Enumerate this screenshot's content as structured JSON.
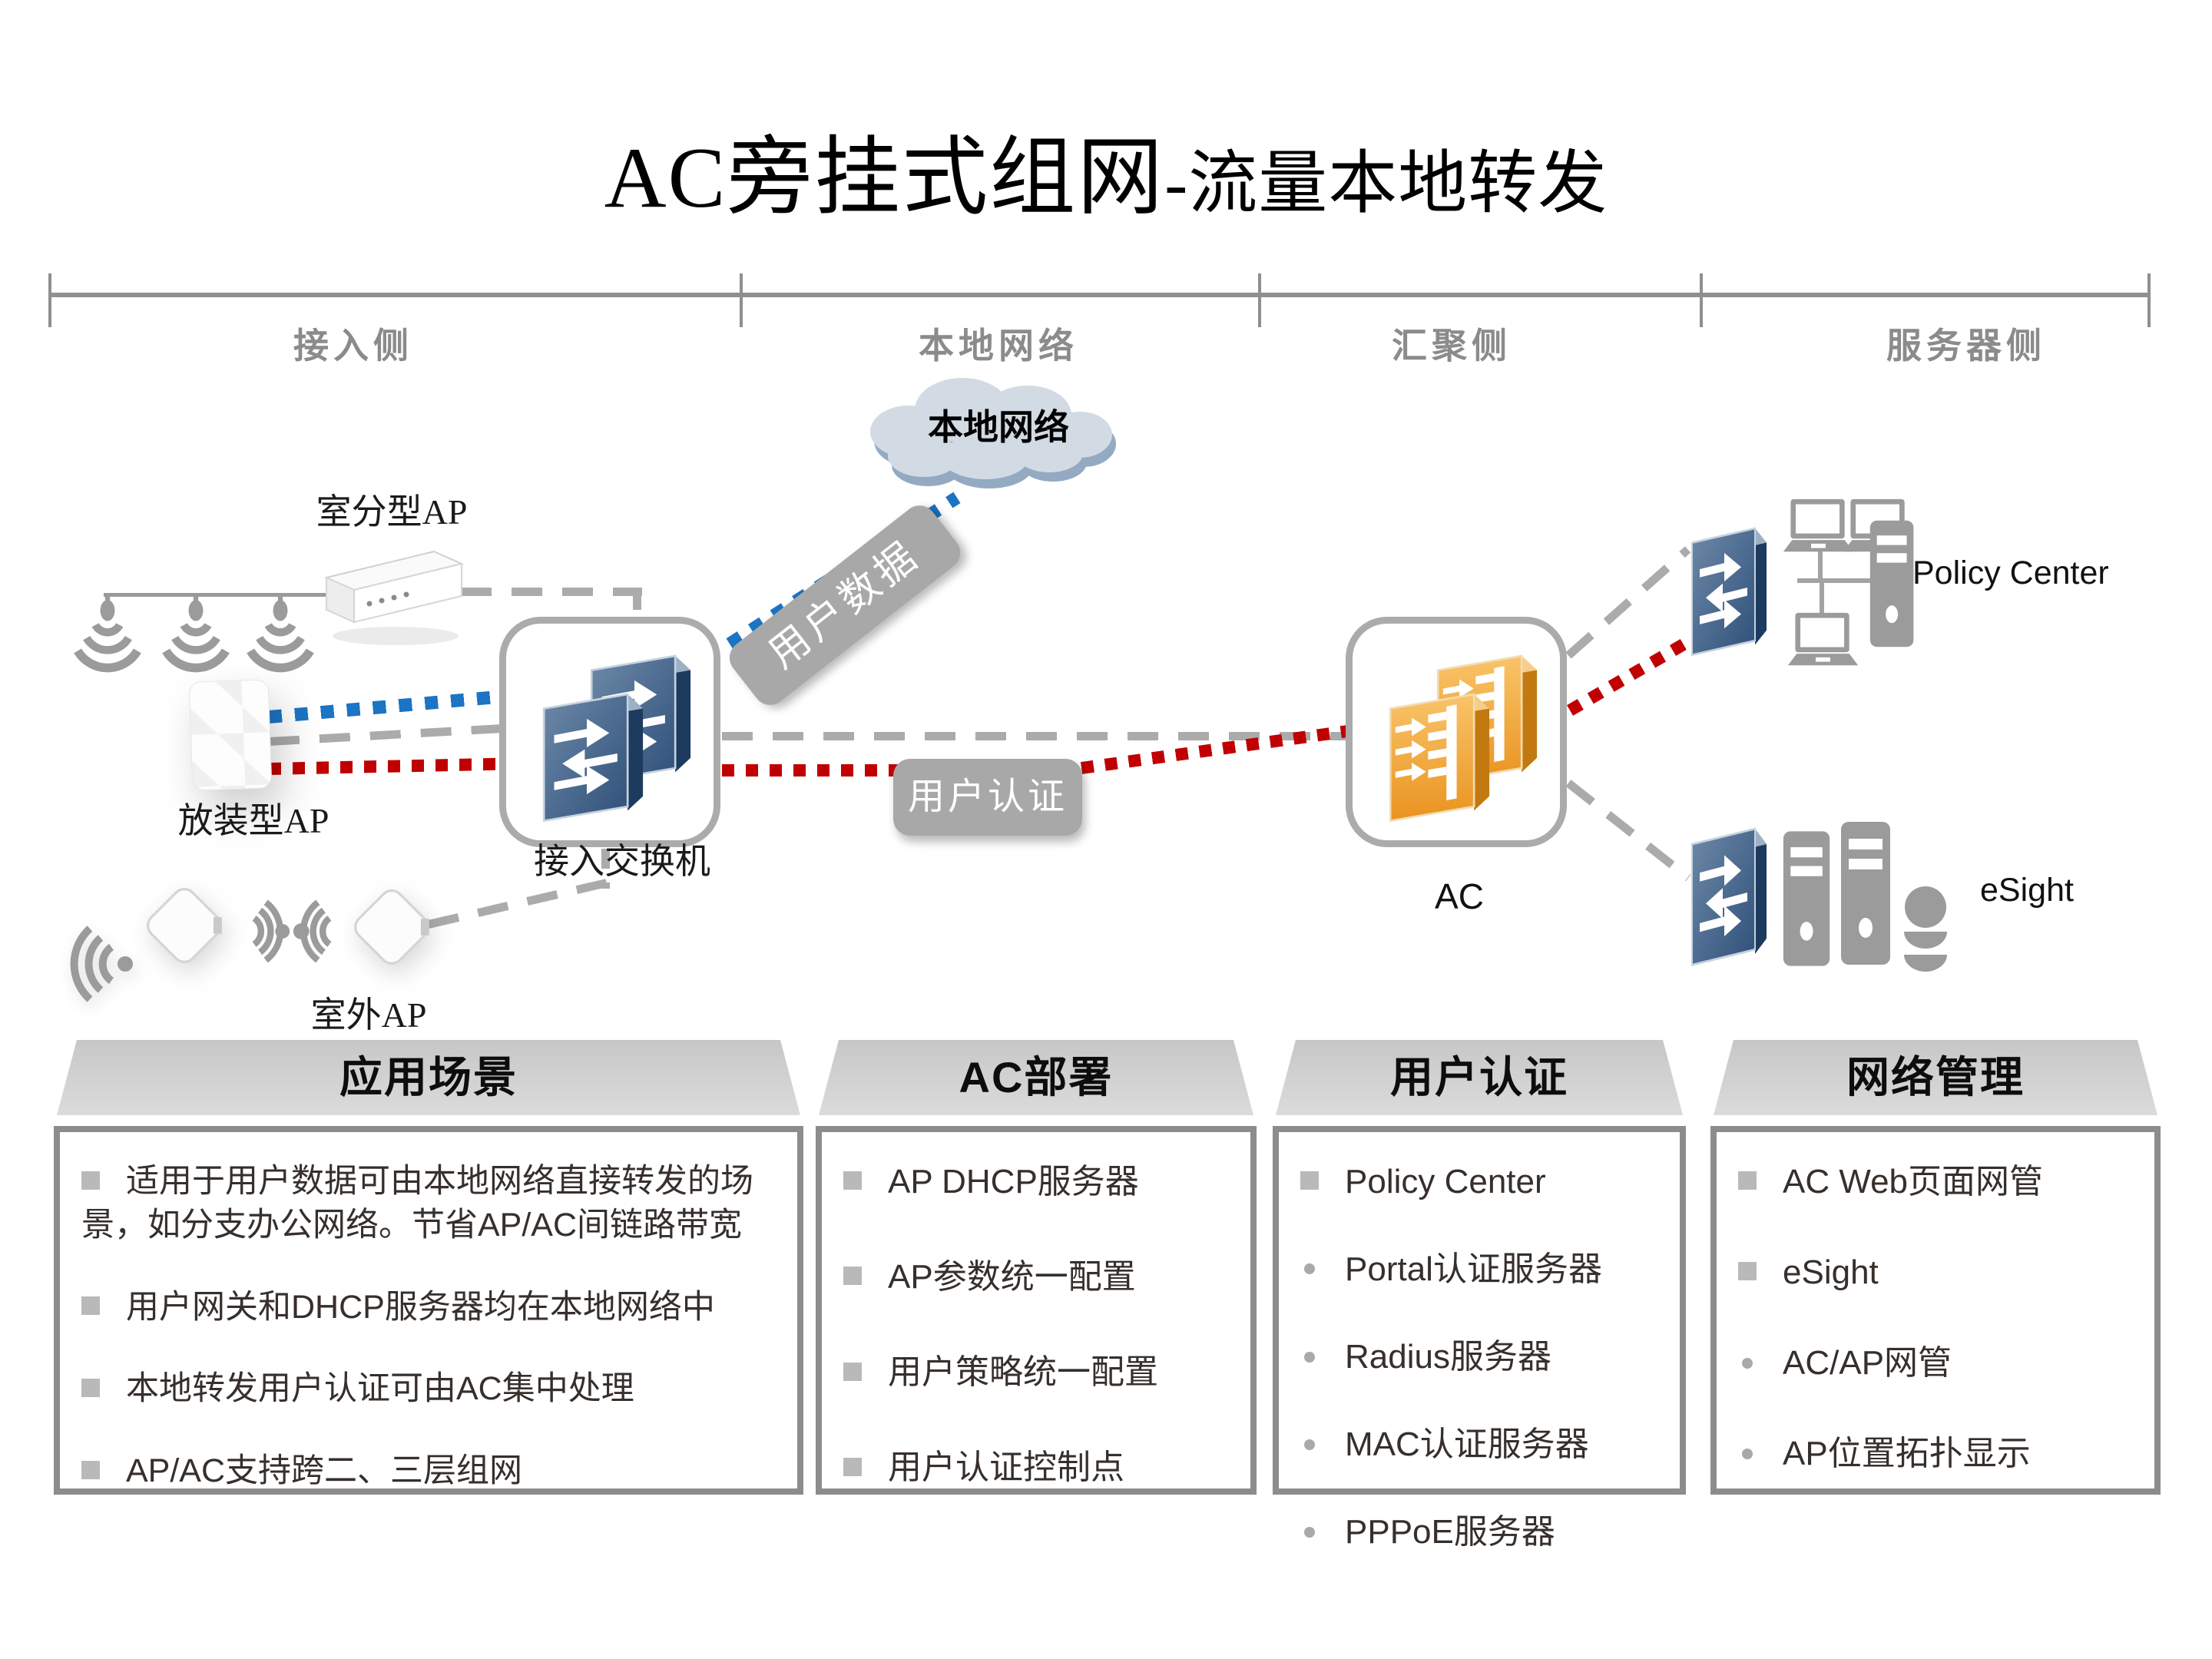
{
  "title": {
    "main": "AC旁挂式组网",
    "sub": "-流量本地转发"
  },
  "ruler": {
    "sections": [
      {
        "label": "接入侧"
      },
      {
        "label": "本地网络"
      },
      {
        "label": "汇聚侧"
      },
      {
        "label": "服务器侧"
      }
    ]
  },
  "topology": {
    "cloud_label": "本地网络",
    "user_data_label": "用户数据",
    "user_auth_label": "用户认证",
    "indoor_ap_label": "室分型AP",
    "wall_ap_label": "放装型AP",
    "outdoor_ap_label": "室外AP",
    "access_switch_label": "接入交换机",
    "ac_label": "AC",
    "policy_center_label": "Policy Center",
    "esight_label": "eSight"
  },
  "colors": {
    "flow_blue": "#1b74c4",
    "flow_red": "#c00000",
    "link_gray": "#ababab",
    "switch_blue": "#3c5c82",
    "ac_orange": "#f2a233",
    "panel_border": "#8c8c8c",
    "panel_header_bg": "#d2d2d2",
    "text_dark": "#362f2b",
    "cloud_fill": "#d2dae3",
    "cloud_shadow": "#93aac2"
  },
  "panels": [
    {
      "title": "应用场景",
      "items": [
        {
          "bullet": "square",
          "text": "适用于用户数据可由本地网络直接转发的场景，如分支办公网络。节省AP/AC间链路带宽"
        },
        {
          "bullet": "square",
          "text": "用户网关和DHCP服务器均在本地网络中"
        },
        {
          "bullet": "square",
          "text": "本地转发用户认证可由AC集中处理"
        },
        {
          "bullet": "square",
          "text": "AP/AC支持跨二、三层组网"
        }
      ]
    },
    {
      "title": "AC部署",
      "items": [
        {
          "bullet": "square",
          "text": "AP DHCP服务器"
        },
        {
          "bullet": "square",
          "text": "AP参数统一配置"
        },
        {
          "bullet": "square",
          "text": "用户策略统一配置"
        },
        {
          "bullet": "square",
          "text": "用户认证控制点"
        }
      ]
    },
    {
      "title": "用户认证",
      "items": [
        {
          "bullet": "square",
          "text": "Policy Center"
        },
        {
          "bullet": "dot",
          "text": "Portal认证服务器"
        },
        {
          "bullet": "dot",
          "text": "Radius服务器"
        },
        {
          "bullet": "dot",
          "text": "MAC认证服务器"
        },
        {
          "bullet": "dot",
          "text": "PPPoE服务器"
        }
      ]
    },
    {
      "title": "网络管理",
      "items": [
        {
          "bullet": "square",
          "text": "AC Web页面网管"
        },
        {
          "bullet": "square",
          "text": "eSight"
        },
        {
          "bullet": "dot",
          "text": "AC/AP网管"
        },
        {
          "bullet": "dot",
          "text": "AP位置拓扑显示"
        }
      ]
    }
  ]
}
